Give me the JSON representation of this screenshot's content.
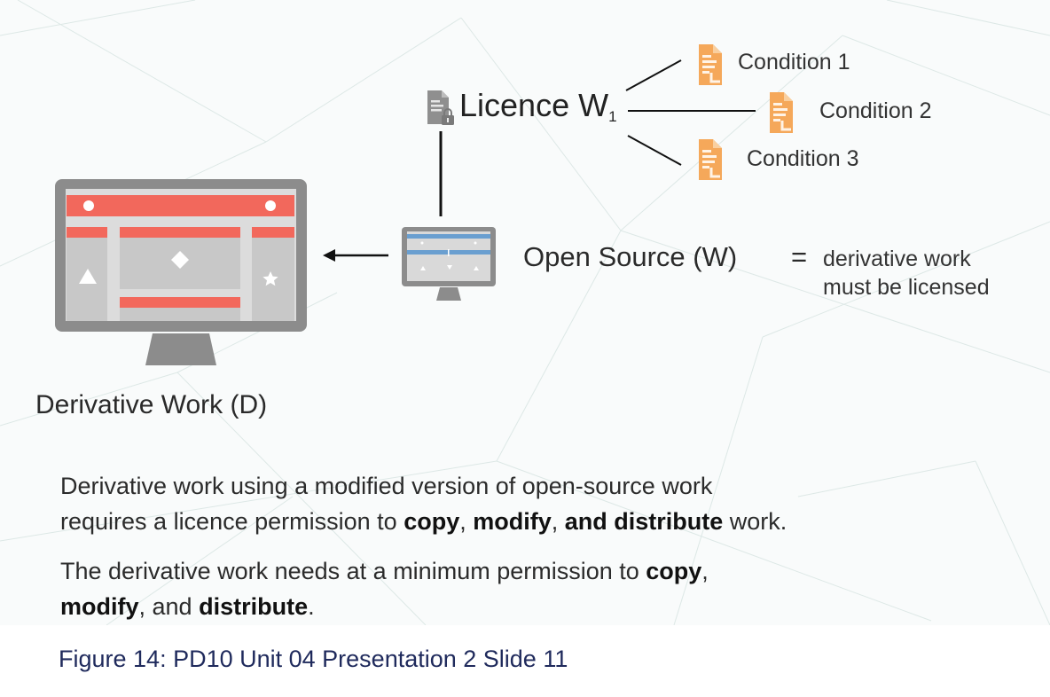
{
  "diagram": {
    "licence": {
      "label": "Licence W",
      "subscript": "1",
      "icon": "locked-document-icon"
    },
    "conditions": [
      {
        "label": "Condition 1",
        "icon": "document-icon"
      },
      {
        "label": "Condition 2",
        "icon": "document-icon"
      },
      {
        "label": "Condition 3",
        "icon": "document-icon"
      }
    ],
    "open_source": {
      "label": "Open Source (W)",
      "equals": "=",
      "definition_line1": "derivative work",
      "definition_line2": "must be licensed",
      "icon": "small-monitor-icon"
    },
    "derivative": {
      "label": "Derivative Work (D)",
      "icon": "large-monitor-icon"
    },
    "colors": {
      "accent_red": "#f2685c",
      "condition_orange": "#f5a85a",
      "monitor_gray": "#8c8c8c",
      "screen_blue": "#6a9fd0",
      "caption_navy": "#1f2a5c"
    }
  },
  "text": {
    "para1": {
      "line1": "Derivative work using a modified version of open-source work",
      "line2_pre": "requires a licence permission to ",
      "b1": "copy",
      "sep1": ", ",
      "b2": "modify",
      "sep2": ", ",
      "b3": "and distribute",
      "post": " work."
    },
    "para2": {
      "pre": "The derivative work needs at a minimum permission to ",
      "b1": "copy",
      "sep1": ",",
      "b2": "modify",
      "sep2": ", and ",
      "b3": "distribute",
      "post": "."
    }
  },
  "caption": "Figure 14: PD10 Unit 04 Presentation 2 Slide 11"
}
